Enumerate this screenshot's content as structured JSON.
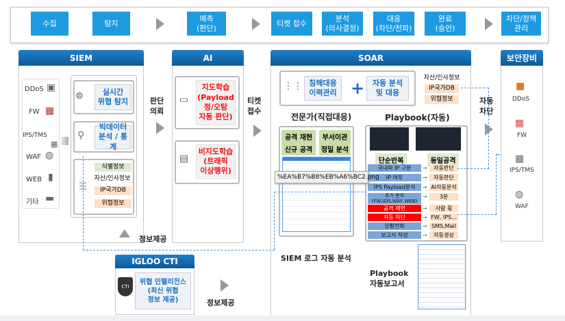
{
  "process": {
    "steps": [
      "수집",
      "탐지",
      "예측\n(판단)",
      "티켓 접수",
      "분석\n(의사결정)",
      "대응\n(차단/전파)",
      "완료\n(승인)",
      "차단/정책\n관리"
    ]
  },
  "siem": {
    "title": "SIEM",
    "devices": [
      "DDoS",
      "FW",
      "IPS/TMS",
      "WAF",
      "WEB",
      "기타"
    ],
    "realtime": "실시간\n위협 탐지",
    "bigdata": "빅데이터\n분석 / 통계",
    "info": [
      "식별정보",
      "자산/인사정보",
      "IP국가DB",
      "위협정보"
    ]
  },
  "labels": {
    "judge_request": "판단\n의뢰",
    "ticket": "티켓\n접수",
    "auto_block": "자동\n차단",
    "info_provide1": "정보제공",
    "info_provide2": "정보제공",
    "siem_log": "SIEM 로그 자동 분석",
    "playbook_report": "Playbook\n자동보고서"
  },
  "ai": {
    "title": "AI",
    "supervised": "지도학습\n(Payload\n정/오탐\n자동 판단)",
    "unsupervised": "비지도학습\n(트래픽\n이상행위)"
  },
  "soar": {
    "title": "SOAR",
    "history": "침해대응\n이력관리",
    "auto": "자동 분석\n및 대응",
    "side_info": [
      "자산/인사정보",
      "IP국가DB",
      "위협정보"
    ],
    "expert": {
      "title": "전문가(직접대응)",
      "tags": [
        "공격 재현",
        "부서이관",
        "신규 공격",
        "정밀 분석"
      ]
    },
    "playbook": {
      "title": "Playbook(자동)",
      "left_head": "단순반복",
      "right_head": "동일공격",
      "rows": [
        [
          "국내외 IP 구분",
          "자동판단",
          false
        ],
        [
          "IP 여부",
          "자동판단",
          false
        ],
        [
          "IPS Payload분석",
          "AI자동분석",
          false
        ],
        [
          "추가 분석\n(FW,IDS,WAF,WEB)",
          "3분",
          false
        ],
        [
          "공격 재현",
          "사람 몫",
          true
        ],
        [
          "자동 차단",
          "FW, IPS...",
          true
        ],
        [
          "상황전파",
          "SMS,Mail",
          false
        ],
        [
          "보고서 작성",
          "자동생성",
          false
        ]
      ]
    }
  },
  "tooltip": "%EA%B7%B8%EB%A6%BC2.png",
  "equipment": {
    "title": "보안장비",
    "items": [
      "DDoS",
      "FW",
      "IPS/TMS",
      "WAF"
    ]
  },
  "cti": {
    "title": "IGLOO CTI",
    "text": "위협 인텔리전스\n(최신 위협\n정보 제공)",
    "logo": "CTI"
  }
}
